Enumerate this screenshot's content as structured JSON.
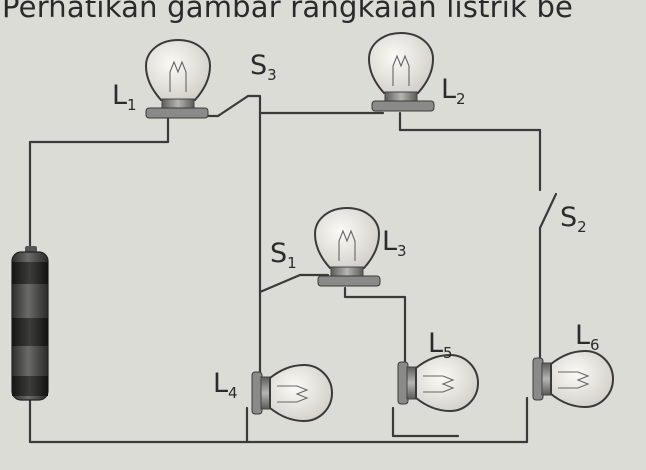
{
  "heading": "Perhatikan gambar rangkaian listrik be",
  "lamps": [
    {
      "id": "L1",
      "letter": "L",
      "sub": "1"
    },
    {
      "id": "L2",
      "letter": "L",
      "sub": "2"
    },
    {
      "id": "L3",
      "letter": "L",
      "sub": "3"
    },
    {
      "id": "L4",
      "letter": "L",
      "sub": "4"
    },
    {
      "id": "L5",
      "letter": "L",
      "sub": "5"
    },
    {
      "id": "L6",
      "letter": "L",
      "sub": "6"
    }
  ],
  "switches": [
    {
      "id": "S1",
      "letter": "S",
      "sub": "1"
    },
    {
      "id": "S2",
      "letter": "S",
      "sub": "2"
    },
    {
      "id": "S3",
      "letter": "S",
      "sub": "3"
    }
  ],
  "colors": {
    "background": "#dcdcd7",
    "wire": "#3a3a3a",
    "glass": "#f3f1ea",
    "lamp_base": "#8a8a88",
    "battery": "#4c4c4a"
  }
}
